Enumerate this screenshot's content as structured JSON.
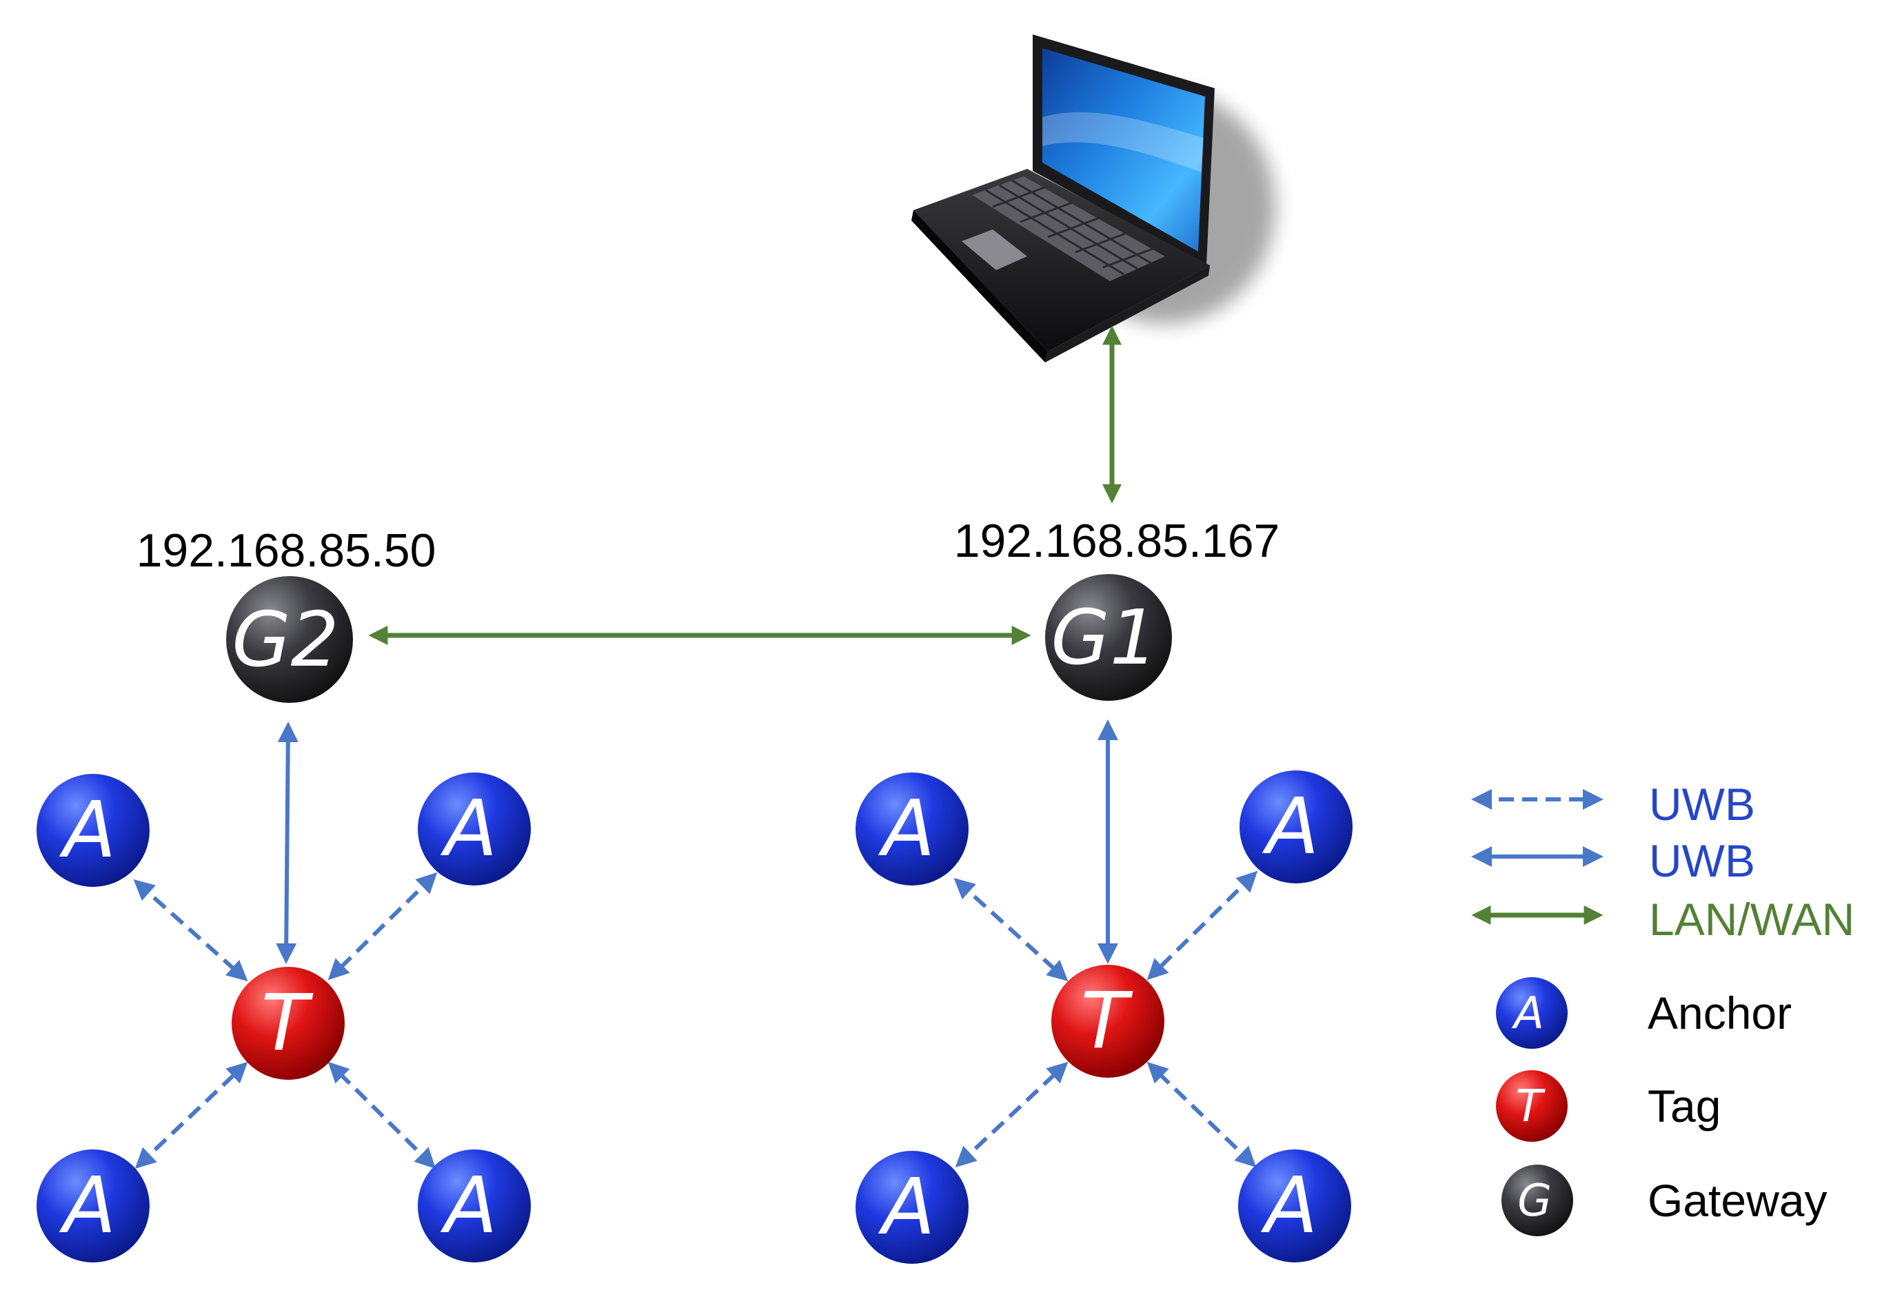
{
  "colors": {
    "uwb": "#4a78c8",
    "lan": "#538135",
    "uwb_text": "#2646c8",
    "lan_text": "#538135",
    "anchor": "#1f39e0",
    "tag": "#e01515",
    "gateway": "#2e2e33"
  },
  "laptop": {
    "icon": "laptop-icon"
  },
  "gateways": [
    {
      "label": "G2",
      "ip": "192.168.85.50"
    },
    {
      "label": "G1",
      "ip": "192.168.85.167"
    }
  ],
  "cluster_labels": {
    "anchor": "A",
    "tag": "T"
  },
  "legend": {
    "uwb_dashed": "UWB",
    "uwb_solid": "UWB",
    "lan": "LAN/WAN",
    "anchor_symbol": "A",
    "anchor_label": "Anchor",
    "tag_symbol": "T",
    "tag_label": "Tag",
    "gateway_symbol": "G",
    "gateway_label": "Gateway"
  }
}
